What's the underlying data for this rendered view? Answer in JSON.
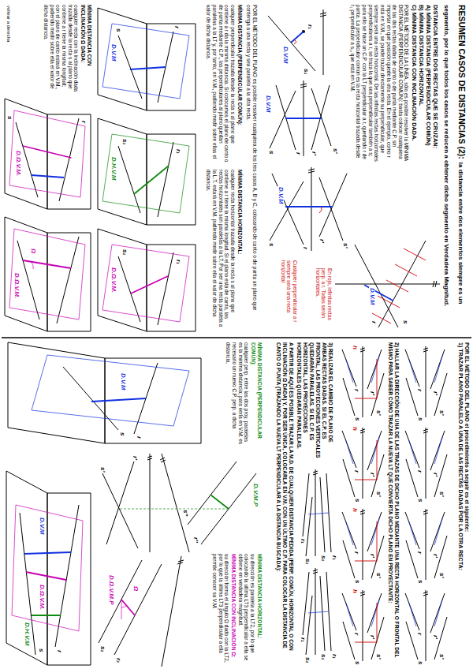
{
  "diagram": {
    "title": "RESUMEN CASOS DE DISTANCIAS (2):",
    "labels": [
      "la distancia entre dos elementos siempre es un segmento, por lo que todos los casos se reducen a obtener dicho segmento en Verdadera Magnitud.",
      "DISTANCIA ENTRE DOS RECTAS QUE SE CRUZAN:",
      "A) MÍNIMA DISTANCIA (PERPENDICULAR COMÚN)",
      "B) MÍNIMA DISTANCIA HORIZONTAL",
      "C) MÍNIMA DISTANCIA CON INCLINACIÓN DADA.",
      "POR EL MÉTODO DE LA LÍNEA, sólo es posible resolver la MÍNIMA DISTANCIA (PERPENDICULAR COMÚN): basta colocar cualquiera de las dos rectas dadas de canto o de punta mediante C.P. sin importar en qué posición quede la otra recta. En el ejemplo, como r está en V.M., se puede trazar directamente su perpendicular, que siempre será una recta horizontal. De las infinitas rectas horizontales perpendiculares a r, se traza la que sea perpendicular también a s; para ello se hace un C.P. con la LT perpendicular a r, quedando r de punta. La perpendicular común es la recta horizontal trazada desde r₁ perpendicular a s₁, que está en V.M.",
      "r₁",
      "s₁",
      "D.V.M",
      "r'",
      "s'",
      "r",
      "s",
      "D.V.M",
      "r'",
      "s'",
      "r",
      "s",
      "D.V.M",
      "r",
      "s",
      "D.V.M",
      "En rojo, infinitas rectas perp. a r. Todas serán horizontales.",
      "Cualquier perpendicular a r siempre será una recta horizontal",
      "POR EL MÉTODO DEL PLANO es posible resolver cualquiera de los tres casos A, B y C, colocando de canto o de punta un plano que contenga a una recta y sea paralelo a la otra recta.",
      "MÍNIMA DISTANCIA (PERPENDICULAR COMÚN):",
      "cualquier perpendicular trazada desde la recta s al plano que contiene a r da la mínima distancia. Si colocamos el plano de canto o de punta mediante C.P., las perpendiculares al plano quedan paralelas a la LT y, por tanto, en V.M., pudiendo medir sobre ellas el valor de dicha distancia.",
      "MÍNIMA DISTANCIA HORIZONTAL:",
      "cualquier recta horizontal trazada desde la recta s al plano que contiene a r tiene la misma longitud. Si el plano está de canto, las rectas horizontales son paralelas a la LT. Por ser una recta paralela a la L.T. estará en V.M. pudiendo medir sobre ella el valor de dicha distancia.",
      "r",
      "s",
      "D.V.M",
      "r₁",
      "s₁",
      "D.H.V.M",
      "r₁",
      "s₁",
      "D.Ω.V.M.",
      "MÍNIMA DISTANCIA CON INCLINACIÓN Ω DADA:",
      "cualquier recta con la inclinación dada trazada desde la recta s al plano que contiene a r tiene la misma longitud; con el plano de canto estará en V.M., pudiendo medir sobre ella el valor de dicha distancia.",
      "voltear a derecha",
      "r",
      "s",
      "D.Ω.V.M.",
      "D.Ω.V.M.",
      "Ω",
      "POR EL MÉTODO DEL PLANO el procedimiento a seguir es el siguiente:",
      "1) TRAZAR PLANO PARALELO A UNA DE LAS RECTAS DADAS POR LA OTRA RECTA:",
      "r'",
      "s'",
      "r",
      "s",
      "r'",
      "s'",
      "r",
      "s",
      "r'",
      "s'",
      "r",
      "s",
      "r'",
      "s'",
      "r",
      "s",
      "2) HALLAR LA DIRECCIÓN DE UNA DE LAS TRAZAS DE DICHO PLANO MEDIANTE UNA RECTA HORIZONTAL O FRONTAL DEL MISMO PARA SABER CÓMO TRAZAR LA NUEVA LT QUE CONVIERTA DICHO PLANO EN PROYECTANTE:",
      "r'",
      "s'",
      "r",
      "s",
      "h",
      "r'",
      "s'",
      "r",
      "s",
      "h",
      "r'",
      "s'",
      "r",
      "s",
      "h",
      "r'",
      "s'",
      "r",
      "s",
      "h",
      "3) REALIZAR EL CAMBIO DE PLANO DE AMBAS RECTAS DADAS. SI EL C.P. ES FRONTAL, LAS PROYECCIONES VERTICALES QUEDARÁN PARALELAS. SI EL C.P. ES HORIZONTAL, LAS PROYECCIONES HORIZONTALES QUEDARÁN PARALELAS.",
      "r₁",
      "s₁",
      "r₁",
      "s₁",
      "r₁",
      "s₁",
      "r₁",
      "s₁",
      "A PARTIR DE AQUÍ ES POSIBLE TRAZAR LA M.D. DE CUALQUIER DISTANCIA PEDIDA (PERP. COMÚN, HORIZONTAL O CON INCLINACIÓN Ω DADA) Y, POR SER ÚNICA, COLOCARLA EN V.M. CON UN ÚLTIMO C.P. PARA COLOCAR LA DISTANCIA DE CANTO O PUNTA (TRAZANDO LA NUEVA LT PERPENDICULAR A LA DISTANCIA BUSCADA):",
      "MÍNIMA DISTANCIA (PERPENDICULAR COMÚN):",
      "cualquier perp. entre las dos proy. paralelas es la mínima distancia; para verla en V.M. es necesario un nuevo C.P. perp. a dicha distancia.",
      "MÍNIMA DISTANCIA HORIZONTAL:",
      "su dirección es paralela a la LT2, por lo que colocando la última LT3 perpendicular a ella se obtiene en verdadera magnitud.",
      "MÍNIMA DISTANCIA CON INCLINACIÓN Ω:",
      "su dirección forma el ángulo Ω dado con la LT2, por lo que la última LT3 perpendicular a ella permite conocer su V.M.",
      "r''",
      "s''",
      "D.V.M.P",
      "r'",
      "s'",
      "r₂",
      "s₂",
      "D.Ω.V.M.P",
      "Ω",
      "r",
      "s",
      "D.V.M",
      "r",
      "s",
      "D.Ω.V.M.",
      "D.H.V.M",
      "D.V.M"
    ]
  }
}
